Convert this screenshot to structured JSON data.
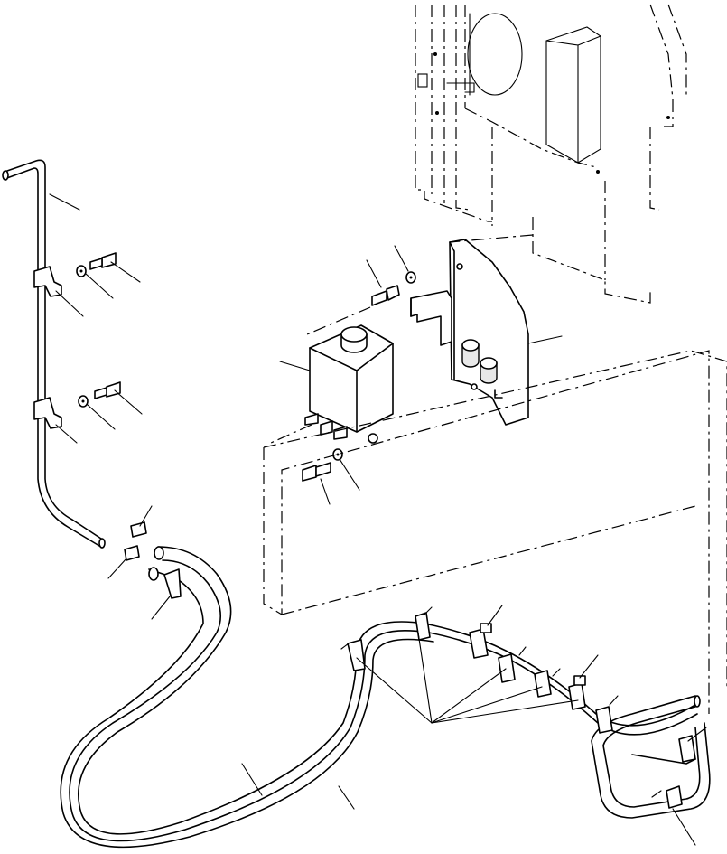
{
  "diagram": {
    "kind": "exploded parts illustration",
    "components": [
      {
        "id": "cab-rear-panel",
        "style": "phantom outline"
      },
      {
        "id": "mounting-bracket"
      },
      {
        "id": "washer-tank"
      },
      {
        "id": "washer-nozzle-pipe"
      },
      {
        "id": "pipe-clips"
      },
      {
        "id": "bolts-and-washers"
      },
      {
        "id": "hose-connectors"
      },
      {
        "id": "washer-hoses"
      },
      {
        "id": "hose-clamps"
      },
      {
        "id": "hose-loop"
      }
    ],
    "leader_count": 27
  }
}
